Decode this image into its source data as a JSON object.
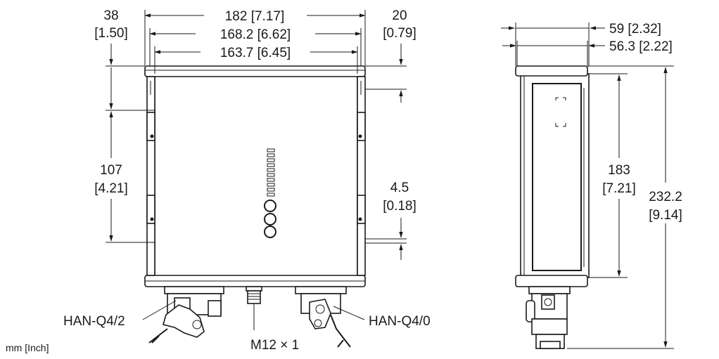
{
  "units_label": "mm [Inch]",
  "front_view": {
    "width_overall": "182 [7.17]",
    "width_mid": "168.2 [6.62]",
    "width_inner": "163.7 [6.45]",
    "left_offset_mm": "38",
    "left_offset_in": "[1.50]",
    "right_offset_mm": "20",
    "right_offset_in": "[0.79]",
    "slot_spacing_mm": "107",
    "slot_spacing_in": "[4.21]",
    "slot_height_mm": "4.5",
    "slot_height_in": "[0.18]",
    "connector_left": "HAN-Q4/2",
    "connector_center": "M12 × 1",
    "connector_right": "HAN-Q4/0"
  },
  "side_view": {
    "depth_overall": "59 [2.32]",
    "depth_inner": "56.3 [2.22]",
    "body_height_mm": "183",
    "body_height_in": "[7.21]",
    "total_height_mm": "232.2",
    "total_height_in": "[9.14]"
  }
}
